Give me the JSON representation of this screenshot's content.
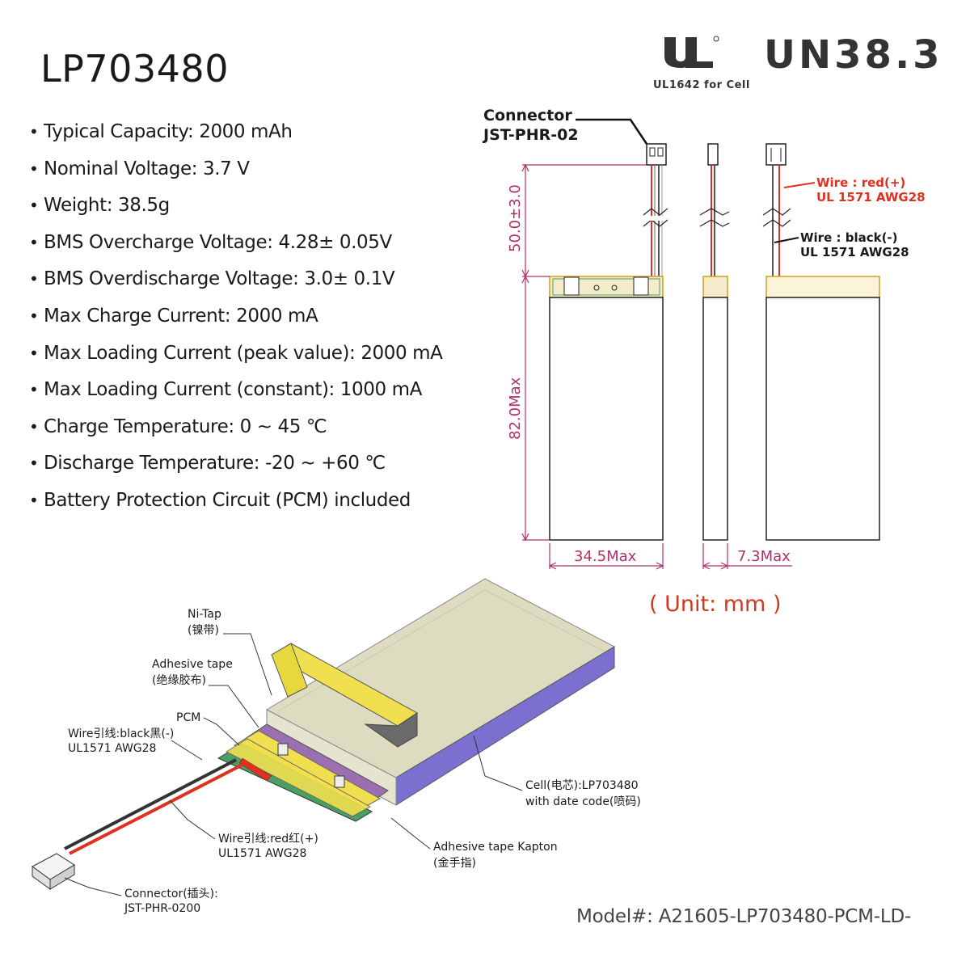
{
  "title": "LP703480",
  "specs": [
    "Typical Capacity: 2000 mAh",
    "Nominal Voltage: 3.7 V",
    "Weight: 38.5g",
    "BMS Overcharge Voltage: 4.28± 0.05V",
    "BMS Overdischarge Voltage: 3.0± 0.1V",
    "Max Charge Current: 2000 mA",
    "Max Loading Current (peak value): 2000 mA",
    "Max Loading Current (constant): 1000 mA",
    "Charge Temperature: 0 ~ 45 ℃",
    "Discharge Temperature: -20 ~ +60 ℃",
    "Battery Protection Circuit (PCM) included"
  ],
  "certifications": {
    "ul_caption": "UL1642 for Cell",
    "un": "UN38.3"
  },
  "drawing": {
    "connector_line1": "Connector",
    "connector_line2": "JST-PHR-02",
    "wire_red_line1": "Wire : red(+)",
    "wire_red_line2": "UL 1571 AWG28",
    "wire_black_line1": "Wire : black(-)",
    "wire_black_line2": "UL 1571 AWG28",
    "dim_lead": "50.0±3.0",
    "dim_length": "82.0Max",
    "dim_width": "34.5Max",
    "dim_thickness": "7.3Max",
    "unit": "( Unit: mm )"
  },
  "exploded": {
    "ni_tap_1": "Ni-Tap",
    "ni_tap_2": "(镍带)",
    "adhesive_1": "Adhesive tape",
    "adhesive_2": "(绝缘胶布)",
    "pcm": "PCM",
    "wire_black_1": "Wire引线:black黑(-)",
    "wire_black_2": "UL1571 AWG28",
    "wire_red_1": "Wire引线:red红(+)",
    "wire_red_2": "UL1571 AWG28",
    "connector_1": "Connector(插头):",
    "connector_2": "JST-PHR-0200",
    "cell_1": "Cell(电芯):LP703480",
    "cell_2": "with date code(喷码)",
    "kapton_1": "Adhesive tape Kapton",
    "kapton_2": "(金手指)"
  },
  "model": "Model#: A21605-LP703480-PCM-LD-",
  "colors": {
    "dimension": "#b0306a",
    "wire_red": "#e03020",
    "unit_text": "#d03a20",
    "cell_side": "#7b6fd0",
    "cell_top": "#dedcc0",
    "tape_yellow": "#f0e050",
    "pcm_green": "#4aa060"
  }
}
